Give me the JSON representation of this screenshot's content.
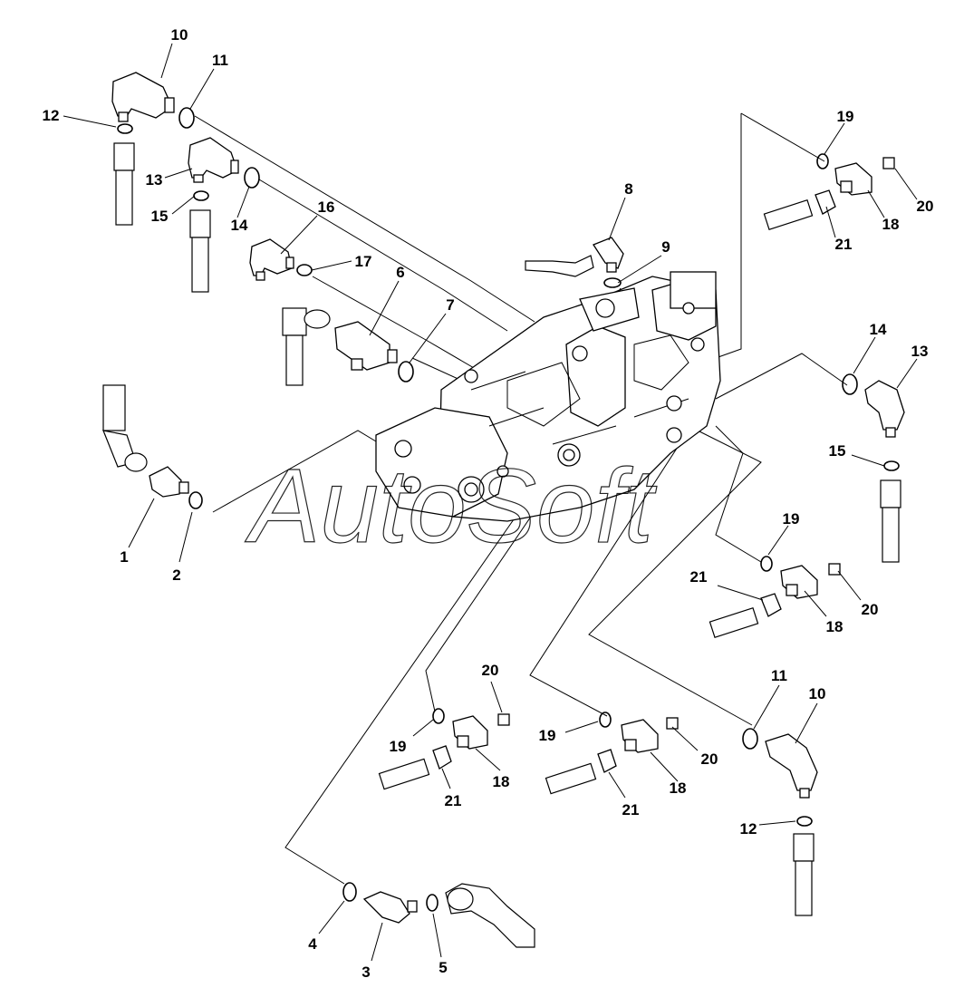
{
  "watermark": "AutoSoft",
  "callouts": {
    "c10a": "10",
    "c11a": "11",
    "c12a": "12",
    "c13a": "13",
    "c15a": "15",
    "c14a": "14",
    "c16": "16",
    "c17": "17",
    "c6": "6",
    "c7": "7",
    "c8": "8",
    "c9": "9",
    "c19a": "19",
    "c20a": "20",
    "c18a": "18",
    "c21a": "21",
    "c14b": "14",
    "c13b": "13",
    "c15b": "15",
    "c1": "1",
    "c2": "2",
    "c19b": "19",
    "c21b": "21",
    "c20b": "20",
    "c18b": "18",
    "c20c": "20",
    "c19c": "19",
    "c21c": "21",
    "c18c": "18",
    "c19d": "19",
    "c20d": "20",
    "c18d": "18",
    "c21d": "21",
    "c11b": "11",
    "c10b": "10",
    "c12b": "12",
    "c4": "4",
    "c3": "3",
    "c5": "5"
  }
}
